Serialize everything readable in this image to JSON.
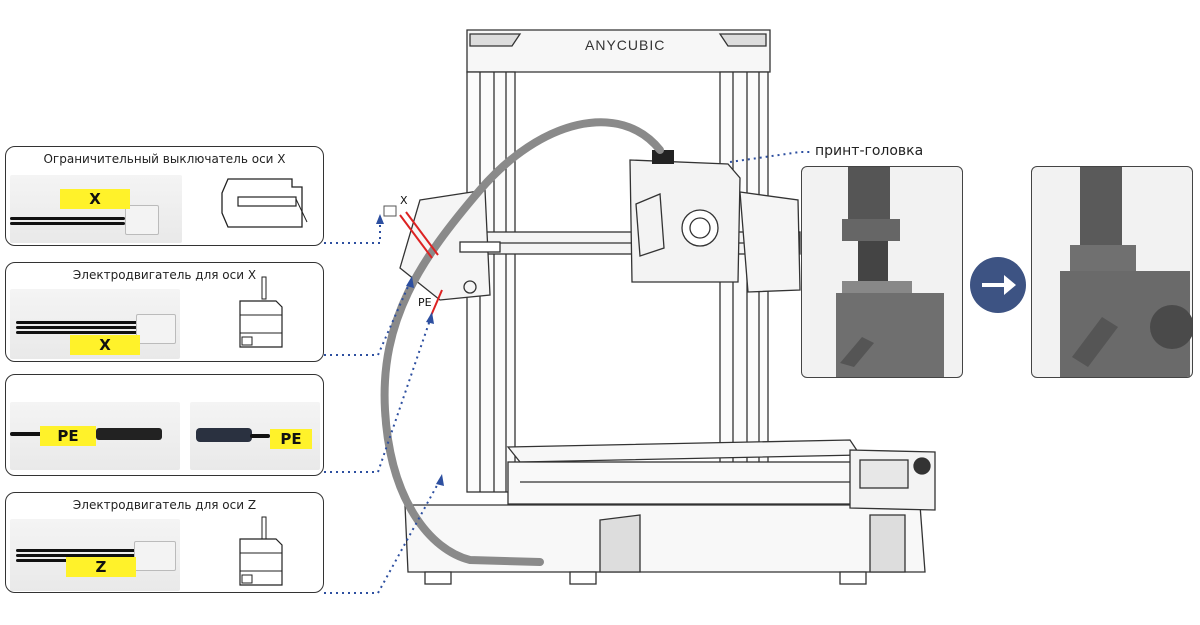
{
  "panels": [
    {
      "title": "Ограничительный выключатель оси X",
      "tags": [
        "X"
      ]
    },
    {
      "title": "Электродвигатель для оси X",
      "tags": [
        "X"
      ]
    },
    {
      "title": "",
      "tags": [
        "PE",
        "PE"
      ]
    },
    {
      "title": "Электродвигатель для оси Z",
      "tags": [
        "Z"
      ]
    }
  ],
  "printer": {
    "brand": "ANYCUBIC",
    "labels": {
      "x": "X",
      "pe": "PE"
    }
  },
  "printhead": {
    "title": "принт-головка"
  },
  "colors": {
    "accent": "#3d5383",
    "tag": "#fff22a",
    "dotted": "#2d4fa0",
    "red_marker": "#d22"
  }
}
